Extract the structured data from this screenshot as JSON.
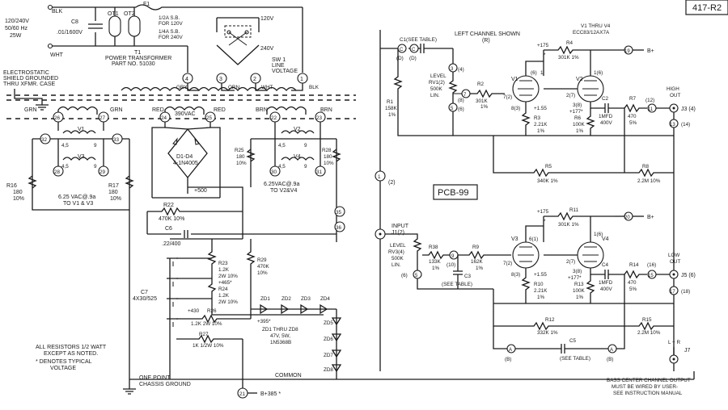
{
  "page": {
    "code": "417-R2",
    "board": "PCB-99"
  },
  "mains": {
    "input": [
      "120/240V",
      "50/60 Hz",
      "25W"
    ],
    "blk": "BLK",
    "wht": "WHT"
  },
  "c8": [
    "C8",
    ".01/1600V"
  ],
  "ot": [
    "OT1",
    "OT2"
  ],
  "fuse": {
    "name": "F1",
    "spec": [
      "1/2A S.B.",
      "FOR 120V",
      "1/4A S.B.",
      "FOR 240V"
    ]
  },
  "sw1": {
    "v120": "120V",
    "v240": "240V",
    "name": [
      "SW 1",
      "LINE",
      "VOLTAGE"
    ]
  },
  "t1": {
    "lines": [
      "T1",
      "POWER TRANSFORMER",
      "PART NO. 51030"
    ],
    "pins": [
      "4",
      "3",
      "2",
      "1"
    ],
    "wire_labels": [
      "GRY",
      "ORN",
      "WHT",
      "BLK"
    ]
  },
  "shield": [
    "ELECTROSTATIC",
    "SHIELD GROUNDED",
    "THRU XFMR. CASE"
  ],
  "sec": {
    "grn": "GRN",
    "red": "RED",
    "brn": "BRN",
    "vac": "390VAC",
    "pins": [
      "26",
      "27",
      "24",
      "25",
      "22",
      "23"
    ]
  },
  "heaters": {
    "left": {
      "tubes": [
        "V1",
        "V3"
      ],
      "pins": [
        "4,5",
        "9"
      ],
      "nodes": [
        "32",
        "33",
        "29",
        "28"
      ],
      "note": [
        "6.25 VAC@.9a",
        "TO V1 & V3"
      ]
    },
    "right": {
      "tubes": [
        "V2",
        "V4"
      ],
      "nodes": [
        "30",
        "31"
      ],
      "note": [
        "6.25VAC@.9a",
        "TO V2&V4"
      ]
    }
  },
  "resistors": {
    "r16": [
      "R16",
      "180",
      "10%"
    ],
    "r17": [
      "R17",
      "180",
      "10%"
    ],
    "r25": [
      "R25",
      "180",
      "10%"
    ],
    "r28": [
      "R28",
      "180",
      "10%"
    ],
    "r22": [
      "R22",
      "470K 10%"
    ],
    "r23": [
      "R23",
      "1.2K",
      "2W 10%"
    ],
    "r24": [
      "R24",
      "1.2K",
      "2W 10%"
    ],
    "r26": [
      "R26",
      "1.2K 2W 10%"
    ],
    "r27": [
      "R27",
      "1K 1/2W 10%"
    ],
    "r29": [
      "R29",
      "470K",
      "10%"
    ]
  },
  "rectifier": {
    "name": [
      "D1-D4",
      "4-1N4005"
    ],
    "plus500": "+500"
  },
  "c6": [
    "C6",
    ".22/400"
  ],
  "c7": [
    "C7",
    "4X30/525"
  ],
  "supply_voltages": {
    "v465": "+465*",
    "v430": "+430",
    "v395": "+395*"
  },
  "zeners": {
    "labels": [
      "ZD1",
      "ZD2",
      "ZD3",
      "ZD4",
      "ZD5",
      "ZD6",
      "ZD7",
      "ZD8"
    ],
    "note": [
      "ZD1 THRU ZD8",
      "47V, 5W,",
      "1N5368B"
    ]
  },
  "nodes_misc": [
    "35",
    "36",
    "21"
  ],
  "notes": [
    "ALL RESISTORS 1/2 WATT",
    "EXCEPT AS NOTED.",
    "* DENOTES TYPICAL",
    "VOLTAGE"
  ],
  "ground": {
    "label": [
      "ONE POINT",
      "CHASSIS GROUND"
    ],
    "common": "COMMON",
    "bplus": "B+385 *"
  },
  "top_channel": {
    "heading": "LEFT CHANNEL SHOWN",
    "heading_sub": "(R)",
    "c1": "C1(SEE TABLE)",
    "c1_pins": [
      "(C)",
      "(D)",
      "(C)",
      "(D)"
    ],
    "level": [
      "LEVEL",
      "RV1(2)",
      "500K",
      "LIN."
    ],
    "level_pins": [
      "3",
      "(4)",
      "(8)",
      "5",
      "(6)",
      "7"
    ],
    "r1": [
      "R1",
      "158K",
      "1%"
    ],
    "r2": [
      "R2",
      "301K",
      "1%"
    ],
    "v1": [
      "V1",
      "(6)",
      "1",
      "7(2)",
      "8(3)",
      "+1.55"
    ],
    "r3": [
      "R3",
      "2.21K",
      "1%"
    ],
    "r4": [
      "R4",
      "301K 1%"
    ],
    "plus175": "+175",
    "v2": [
      "V2",
      "1(6)",
      "2(7)",
      "3(8)",
      "+177*"
    ],
    "tube_type": [
      "V1 THRU V4",
      "ECC83/12AX7A"
    ],
    "r6": [
      "R6",
      "100K",
      "1%"
    ],
    "c2": [
      "C2",
      "1MFD",
      "400V"
    ],
    "r7": [
      "R7",
      "470",
      "5%"
    ],
    "out": [
      "HIGH",
      "OUT",
      "J3 (4)"
    ],
    "out_nodes": [
      "19",
      "11",
      "(12)",
      "13",
      "(14)"
    ],
    "bplus": "B+",
    "r5": [
      "R5",
      "340K 1%"
    ],
    "r8": [
      "R8",
      "2.2M 10%"
    ]
  },
  "bottom_channel": {
    "input": [
      "INPUT",
      "J1(2)"
    ],
    "level": [
      "LEVEL",
      "RV3(4)",
      "500K",
      "LIN."
    ],
    "level_pins": [
      "(6)",
      "5"
    ],
    "r38": [
      "R38",
      "133K",
      "1%"
    ],
    "r9": [
      "R9",
      "162K",
      "1%"
    ],
    "pins": [
      "9",
      "(10)"
    ],
    "c3": [
      "C3",
      "(SEE TABLE)"
    ],
    "v3": [
      "V3",
      "6(1)",
      "7(2)",
      "8(3)",
      "+1.55"
    ],
    "r10": [
      "R10",
      "2.21K",
      "1%"
    ],
    "plus175": "+175",
    "r11": [
      "R11",
      "301K 1%"
    ],
    "v4": [
      "V4",
      "1(6)",
      "2(7)",
      "3(8)",
      "+177*"
    ],
    "r13": [
      "R13",
      "100K",
      "1%"
    ],
    "c4": [
      "C4",
      "1MFD",
      "400V"
    ],
    "r14": [
      "R14",
      "470",
      "5%"
    ],
    "out": [
      "LOW",
      "OUT",
      "J5 (6)"
    ],
    "out_nodes": [
      "20",
      "15",
      "(16)",
      "17",
      "(18)"
    ],
    "bplus": "B+",
    "r12": [
      "R12",
      "332K 1%"
    ],
    "r15": [
      "R15",
      "2.2M 10%"
    ],
    "c5": [
      "C5",
      "(SEE TABLE)"
    ],
    "a_nodes": [
      "A",
      "(B)",
      "A",
      "(B)"
    ],
    "j7": [
      "L + R",
      "J7"
    ],
    "bass_note": [
      "BASS CENTER CHANNEL OUTPUT",
      "MUST BE WIRED BY USER-",
      "SEE INSTRUCTION MANUAL"
    ],
    "node_1": "1",
    "node_1b": "(2)"
  }
}
